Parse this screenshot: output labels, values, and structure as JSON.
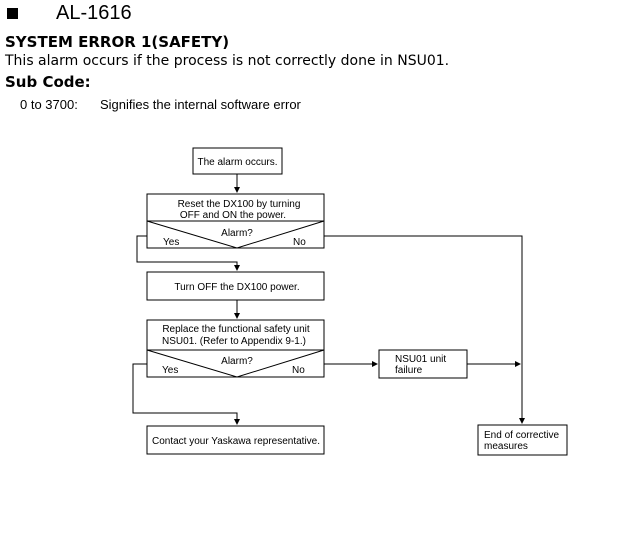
{
  "header": {
    "alarm_code": "AL-1616",
    "error_title": "SYSTEM ERROR 1(SAFETY)",
    "description": "This alarm occurs if the process is not correctly done in NSU01.",
    "subcode_label": "Sub Code:"
  },
  "subcodes": [
    {
      "range": "0 to 3700:",
      "text": "Signifies the internal software error"
    }
  ],
  "flowchart": {
    "start": "The alarm occurs.",
    "step1": [
      "Reset the DX100 by turning",
      "OFF and ON the power."
    ],
    "decision1": {
      "question": "Alarm?",
      "yes": "Yes",
      "no": "No"
    },
    "step2": "Turn OFF the DX100 power.",
    "step3": [
      "Replace the functional safety unit",
      "NSU01. (Refer to Appendix 9-1.)"
    ],
    "decision2": {
      "question": "Alarm?",
      "yes": "Yes",
      "no": "No"
    },
    "failure": [
      "NSU01 unit",
      "failure"
    ],
    "contact": "Contact your Yaskawa representative.",
    "end": [
      "End of corrective",
      "measures"
    ]
  }
}
